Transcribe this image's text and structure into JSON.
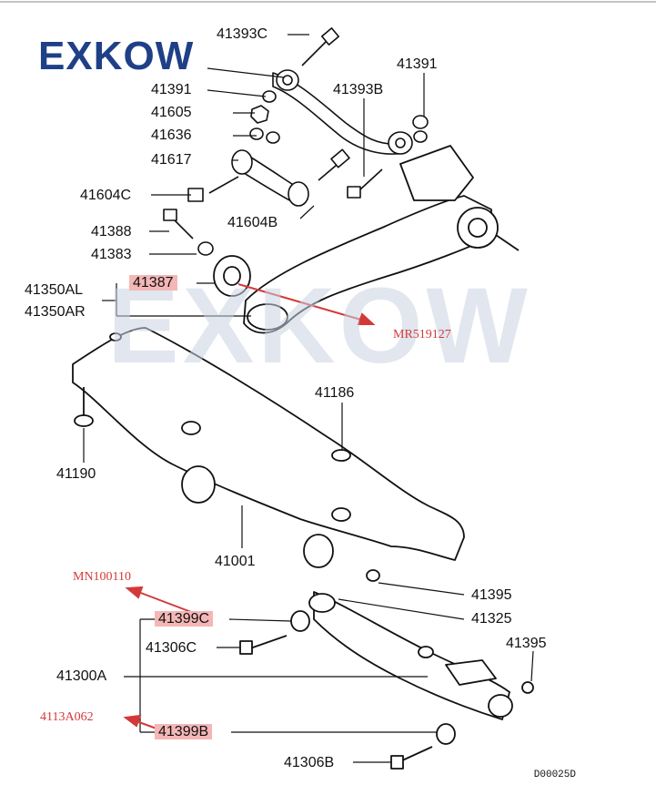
{
  "brand": {
    "logo_text": "EXKOW",
    "watermark_text": "EXKOW"
  },
  "part_labels": {
    "p41393C": "41393C",
    "p41391_top": "41391",
    "p41391_left": "41391",
    "p41393B": "41393B",
    "p41605": "41605",
    "p41636": "41636",
    "p41617": "41617",
    "p41604C": "41604C",
    "p41604B": "41604B",
    "p41388": "41388",
    "p41383": "41383",
    "p41387": "41387",
    "p41350AL": "41350AL",
    "p41350AR": "41350AR",
    "p41186": "41186",
    "p41190": "41190",
    "p41001": "41001",
    "p41395_a": "41395",
    "p41325": "41325",
    "p41399C": "41399C",
    "p41306C": "41306C",
    "p41395_b": "41395",
    "p41300A": "41300A",
    "p41399B": "41399B",
    "p41306B": "41306B"
  },
  "cross_refs": {
    "mr519127": "MR519127",
    "mn100110": "MN100110",
    "a4113A062": "4113A062"
  },
  "diagram_code": "D00025D",
  "colors": {
    "brand": "#1f3f86",
    "highlight": "#f4b6b6",
    "annotation": "#d23a3a",
    "line": "#111111"
  }
}
